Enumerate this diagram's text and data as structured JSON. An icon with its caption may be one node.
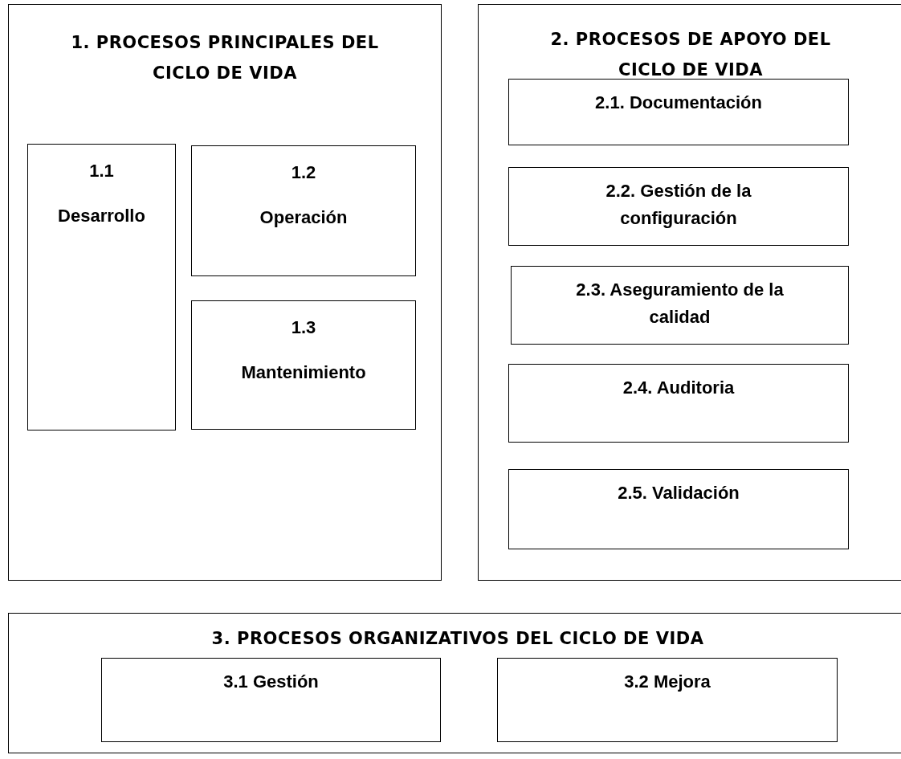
{
  "diagram": {
    "nodes": [
      {
        "text": [
          "1. PROCESOS PRINCIPALES DEL CICLO DE VIDA"
        ]
      },
      {
        "text": [
          "1.1",
          "Desarrollo"
        ],
        "in": 0
      },
      {
        "text": [
          "1.2",
          "Operación"
        ],
        "in": 0
      },
      {
        "text": [
          "1.3",
          "Mantenimiento"
        ],
        "in": 0
      },
      {
        "text": [
          "2. PROCESOS DE APOYO DEL CICLO DE VIDA"
        ]
      },
      {
        "text": [
          "2.1. Documentación"
        ],
        "in": 4
      },
      {
        "text": [
          "2.2. Gestión de la configuración"
        ],
        "in": 4
      },
      {
        "text": [
          "2.3. Aseguramiento de la calidad"
        ],
        "in": 4
      },
      {
        "text": [
          "2.4. Auditoria"
        ],
        "in": 4
      },
      {
        "text": [
          "2.5. Validación"
        ],
        "in": 4
      },
      {
        "text": [
          "3. PROCESOS ORGANIZATIVOS DEL CICLO DE VIDA"
        ]
      },
      {
        "text": [
          "3.1 Gestión"
        ],
        "in": 10
      },
      {
        "text": [
          "3.2 Mejora"
        ],
        "in": 10
      }
    ],
    "edges": []
  }
}
